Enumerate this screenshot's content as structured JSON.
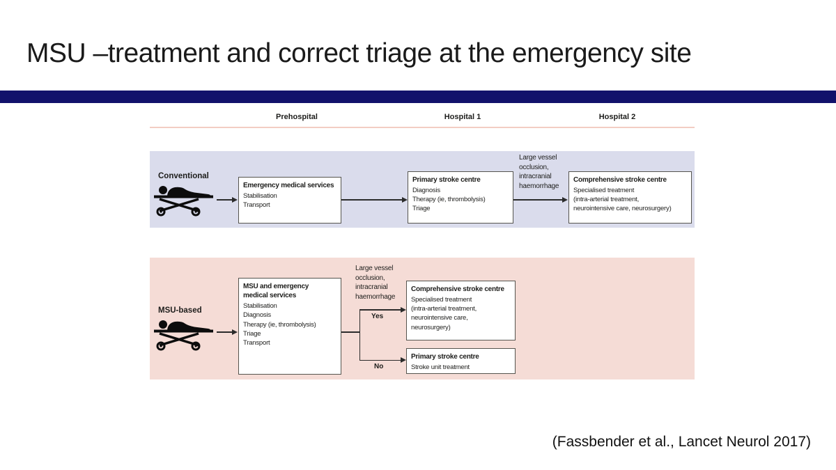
{
  "slide": {
    "title": "MSU –treatment and correct triage at the emergency site",
    "citation": "(Fassbender et al., Lancet Neurol 2017)"
  },
  "figure": {
    "columns": [
      "Prehospital",
      "Hospital 1",
      "Hospital 2"
    ],
    "conventional": {
      "label": "Conventional",
      "ems_box": {
        "title": "Emergency medical services",
        "lines": [
          "Stabilisation",
          "Transport"
        ]
      },
      "primary_box": {
        "title": "Primary stroke centre",
        "lines": [
          "Diagnosis",
          "Therapy (ie, thrombolysis)",
          "Triage"
        ]
      },
      "branch_label_lines": [
        "Large vessel",
        "occlusion,",
        "intracranial",
        "haemorrhage"
      ],
      "comprehensive_box": {
        "title": "Comprehensive stroke centre",
        "lines": [
          "Specialised treatment",
          "(intra-arterial treatment,",
          "neurointensive care, neurosurgery)"
        ]
      }
    },
    "msu_based": {
      "label": "MSU-based",
      "msu_box": {
        "title_lines": [
          "MSU and emergency",
          "medical services"
        ],
        "lines": [
          "Stabilisation",
          "Diagnosis",
          "Therapy (ie, thrombolysis)",
          "Triage",
          "Transport"
        ]
      },
      "branch_label_lines": [
        "Large vessel",
        "occlusion,",
        "intracranial",
        "haemorrhage"
      ],
      "yes_label": "Yes",
      "no_label": "No",
      "comprehensive_box": {
        "title": "Comprehensive stroke centre",
        "lines": [
          "Specialised treatment",
          "(intra-arterial treatment,",
          "neurointensive care,",
          "neurosurgery)"
        ]
      },
      "primary_box": {
        "title": "Primary stroke centre",
        "lines": [
          "Stroke unit treatment"
        ]
      }
    },
    "colors": {
      "navy_bar": "#12126b",
      "conventional_panel": "#dadcec",
      "msu_panel": "#f5dcd6",
      "header_rule": "#f3cdc3",
      "box_border": "#55544e",
      "arrow": "#2b2b2b",
      "text": "#1d1d1b"
    }
  }
}
